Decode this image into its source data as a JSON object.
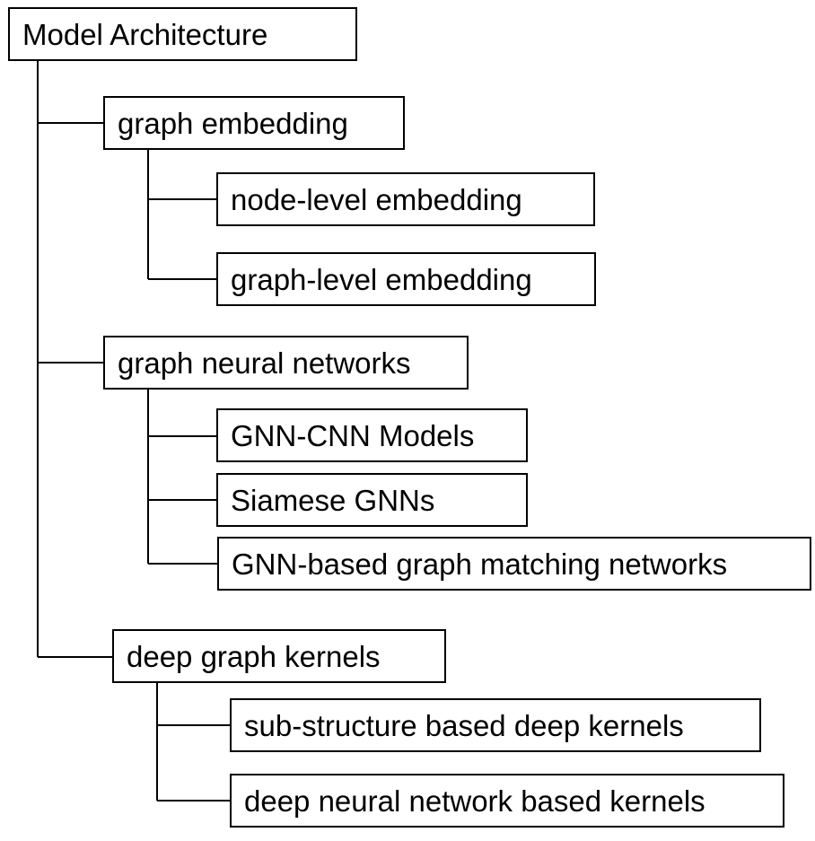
{
  "diagram": {
    "root": {
      "label": "Model Architecture"
    },
    "categories": [
      {
        "label": "graph embedding",
        "children": [
          {
            "label": "node-level embedding"
          },
          {
            "label": "graph-level embedding"
          }
        ]
      },
      {
        "label": "graph neural networks",
        "children": [
          {
            "label": "GNN-CNN Models"
          },
          {
            "label": "Siamese GNNs"
          },
          {
            "label": "GNN-based graph matching networks"
          }
        ]
      },
      {
        "label": "deep graph kernels",
        "children": [
          {
            "label": "sub-structure based deep kernels"
          },
          {
            "label": "deep neural network based kernels"
          }
        ]
      }
    ]
  }
}
